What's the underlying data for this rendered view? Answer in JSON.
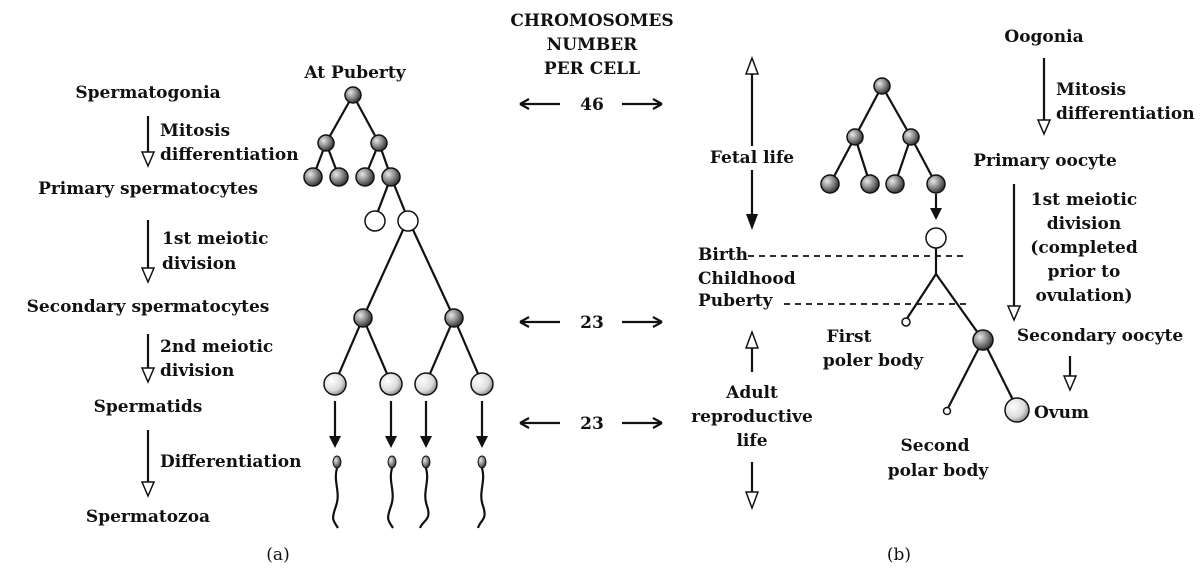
{
  "header": {
    "line1": "CHROMOSOMES",
    "line2": "NUMBER",
    "line3": "PER CELL"
  },
  "chromosome_numbers": {
    "n1": "46",
    "n2": "23",
    "n3": "23"
  },
  "male": {
    "at_puberty": "At Puberty",
    "spermatogonia": "Spermatogonia",
    "mitosis_1": "Mitosis",
    "mitosis_2": "differentiation",
    "primary": "Primary spermatocytes",
    "meiosis1_1": "1st meiotic",
    "meiosis1_2": "division",
    "secondary": "Secondary spermatocytes",
    "meiosis2_1": "2nd meiotic",
    "meiosis2_2": "division",
    "spermatids": "Spermatids",
    "differentiation": "Differentiation",
    "spermatozoa": "Spermatozoa",
    "caption": "(a)"
  },
  "timeline": {
    "fetal_life": "Fetal life",
    "birth": "Birth",
    "childhood": "Childhood",
    "puberty": "Puberty",
    "adult_1": "Adult",
    "adult_2": "reproductive",
    "adult_3": "life"
  },
  "female": {
    "oogonia": "Oogonia",
    "mitosis_1": "Mitosis",
    "mitosis_2": "differentiation",
    "primary": "Primary oocyte",
    "meiosis_1": "1st meiotic",
    "meiosis_2": "division",
    "meiosis_3": "(completed",
    "meiosis_4": "prior to",
    "meiosis_5": "ovulation)",
    "secondary": "Secondary oocyte",
    "first_polar_1": "First",
    "first_polar_2": "poler body",
    "second_polar_1": "Second",
    "second_polar_2": "polar body",
    "ovum": "Ovum",
    "caption": "(b)"
  }
}
